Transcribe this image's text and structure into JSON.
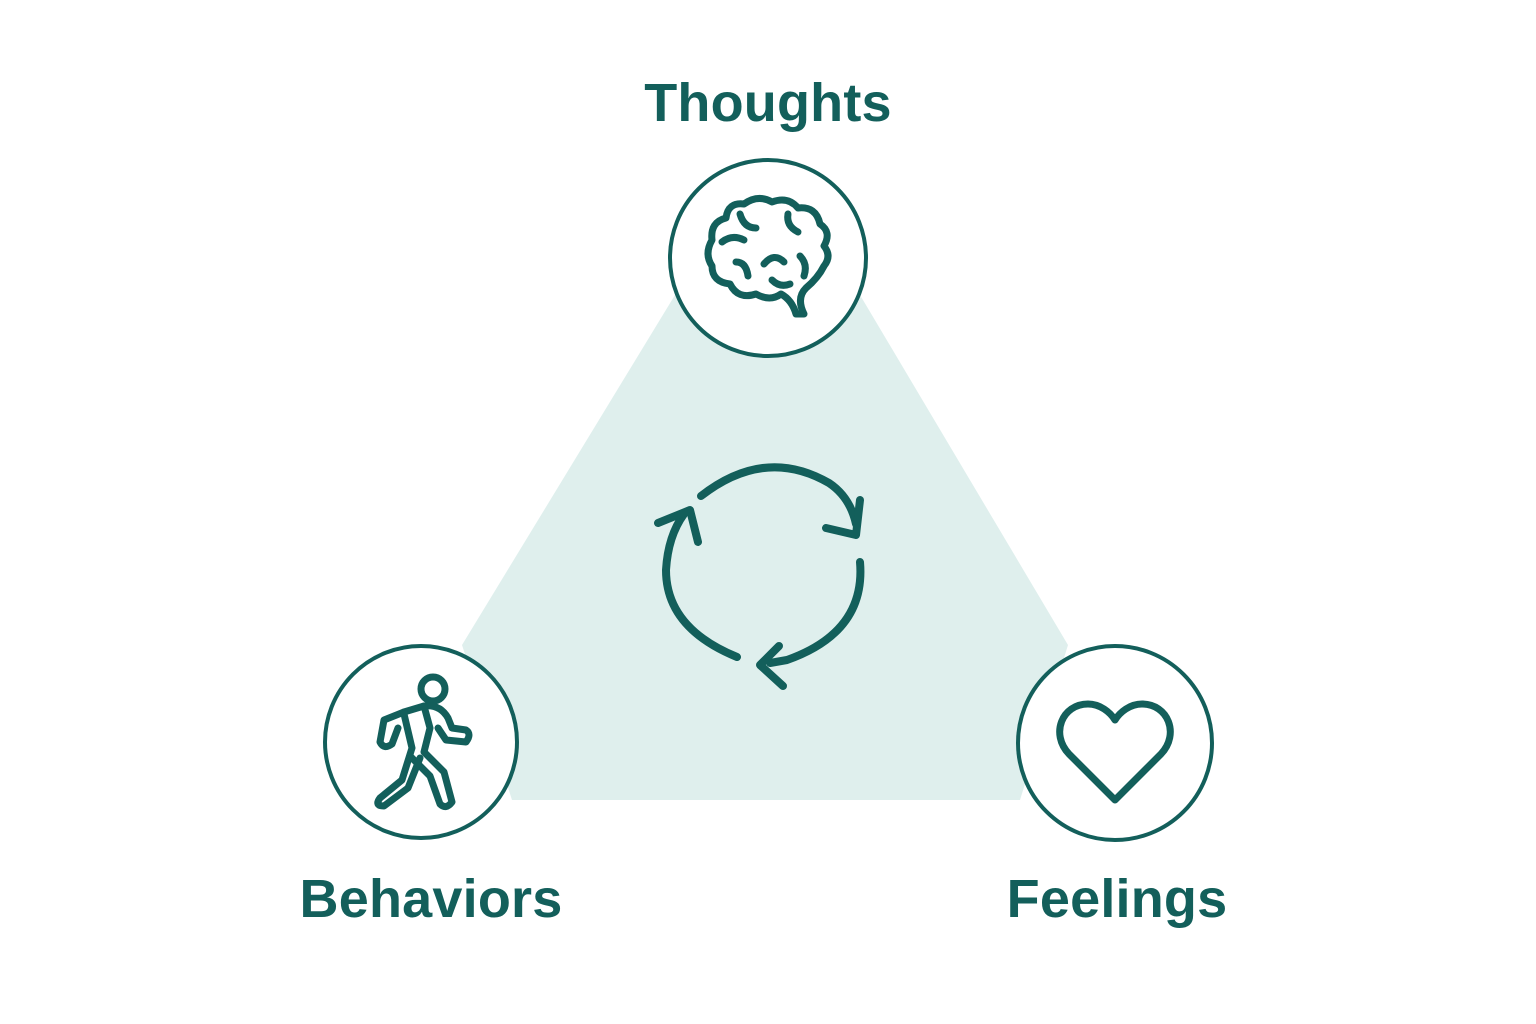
{
  "nodes": {
    "thoughts": {
      "label": "Thoughts",
      "icon": "brain-icon"
    },
    "behaviors": {
      "label": "Behaviors",
      "icon": "walking-person-icon"
    },
    "feelings": {
      "label": "Feelings",
      "icon": "heart-icon"
    }
  },
  "center": {
    "icon": "cycle-arrows-icon"
  },
  "colors": {
    "primary": "#135f5b",
    "triangle_fill": "#dfefed",
    "circle_fill": "#ffffff",
    "background": "#ffffff"
  }
}
